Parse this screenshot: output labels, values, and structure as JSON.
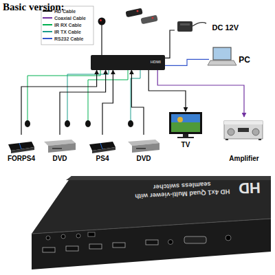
{
  "diagram": {
    "title": "Basic version:",
    "nodes": [
      {
        "text": [
          "HDMI"
        ]
      },
      {
        "text": [
          "DC 12V"
        ]
      },
      {
        "text": [
          "PC"
        ]
      },
      {
        "text": [
          "FORPS4"
        ]
      },
      {
        "text": [
          "DVD"
        ]
      },
      {
        "text": [
          "PS4"
        ]
      },
      {
        "text": [
          "DVD"
        ]
      },
      {
        "text": [
          "TV"
        ]
      },
      {
        "text": [
          "Amplifier"
        ]
      },
      {
        "text": [
          "HD",
          "HD 4x1 Quad Multi-viewer with seamless switcher"
        ]
      }
    ],
    "edges": [
      {
        "from": 1,
        "to": 0,
        "arrow": "none"
      },
      {
        "from": 0,
        "to": 2,
        "arrow": "none"
      },
      {
        "from": 3,
        "to": 0,
        "arrow": "to"
      },
      {
        "from": 4,
        "to": 0,
        "arrow": "to"
      },
      {
        "from": 5,
        "to": 0,
        "arrow": "to"
      },
      {
        "from": 6,
        "to": 0,
        "arrow": "to"
      },
      {
        "from": 0,
        "to": 7,
        "arrow": "to"
      },
      {
        "from": 0,
        "to": 8,
        "arrow": "to"
      }
    ],
    "legend": [
      {
        "text": "HD Cable"
      },
      {
        "text": "Coaxial Cable"
      },
      {
        "text": "IR RX Cable"
      },
      {
        "text": "IR TX Cable"
      },
      {
        "text": "RS232 Cable"
      }
    ]
  }
}
